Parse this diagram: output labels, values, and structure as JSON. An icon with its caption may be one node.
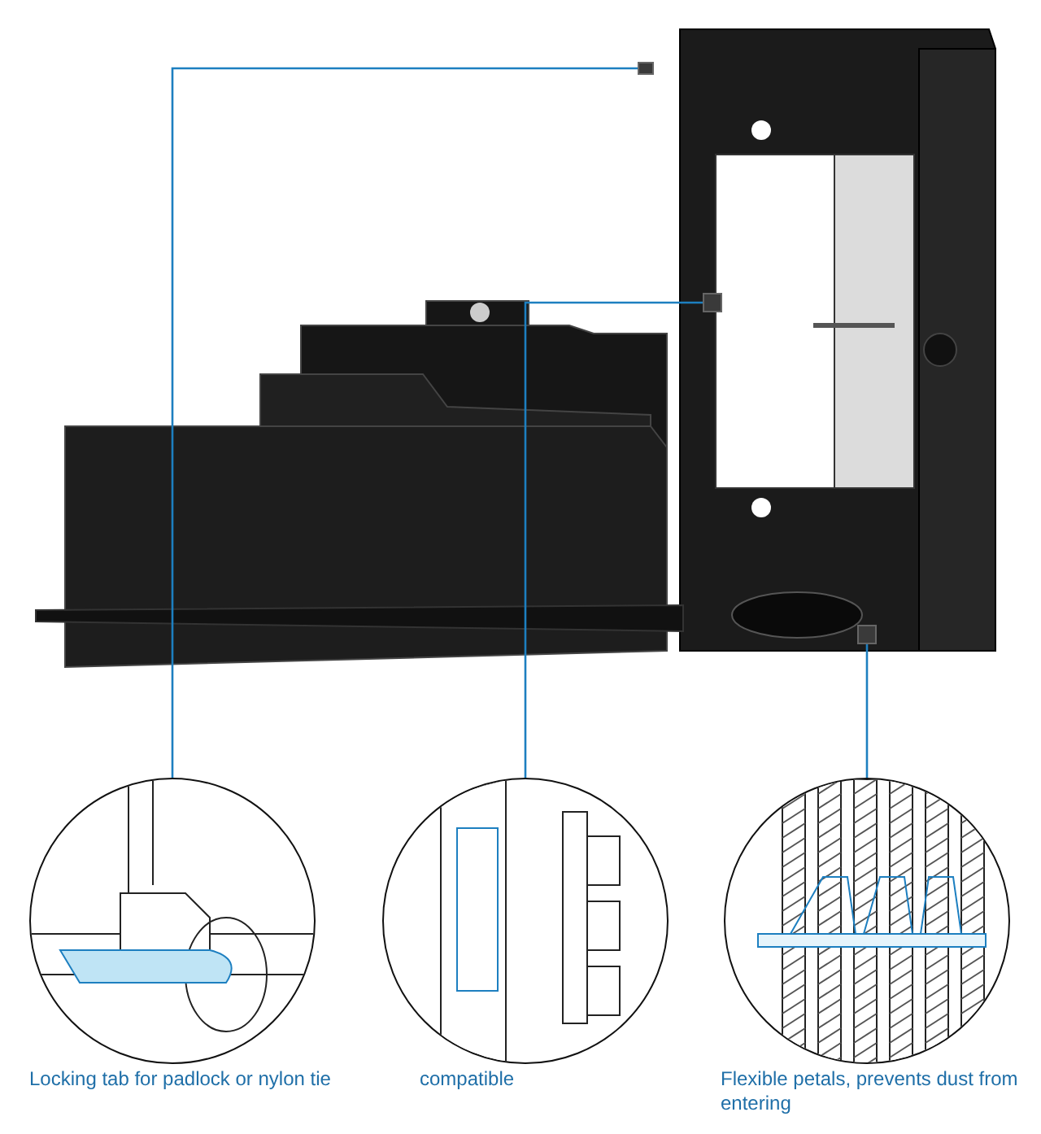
{
  "diagram": {
    "nodes": [
      {
        "text": [],
        "shape": "picture"
      },
      {
        "text": [],
        "shape": "box",
        "in": 0
      },
      {
        "text": [],
        "shape": "box",
        "in": 0
      },
      {
        "text": [],
        "shape": "box",
        "in": 0
      },
      {
        "text": [],
        "shape": "circle",
        "beside": [
          "Locking tab for padlock or nylon tie"
        ]
      },
      {
        "text": [],
        "shape": "circle",
        "beside": [
          "compatible"
        ]
      },
      {
        "text": [],
        "shape": "circle",
        "beside": [
          "Flexible petals, prevents dust from entering"
        ]
      }
    ],
    "edges": [
      {
        "from": 4,
        "to": 1,
        "arrow": "none"
      },
      {
        "from": 5,
        "to": 2,
        "arrow": "none"
      },
      {
        "from": 6,
        "to": 3,
        "arrow": "none"
      }
    ]
  }
}
